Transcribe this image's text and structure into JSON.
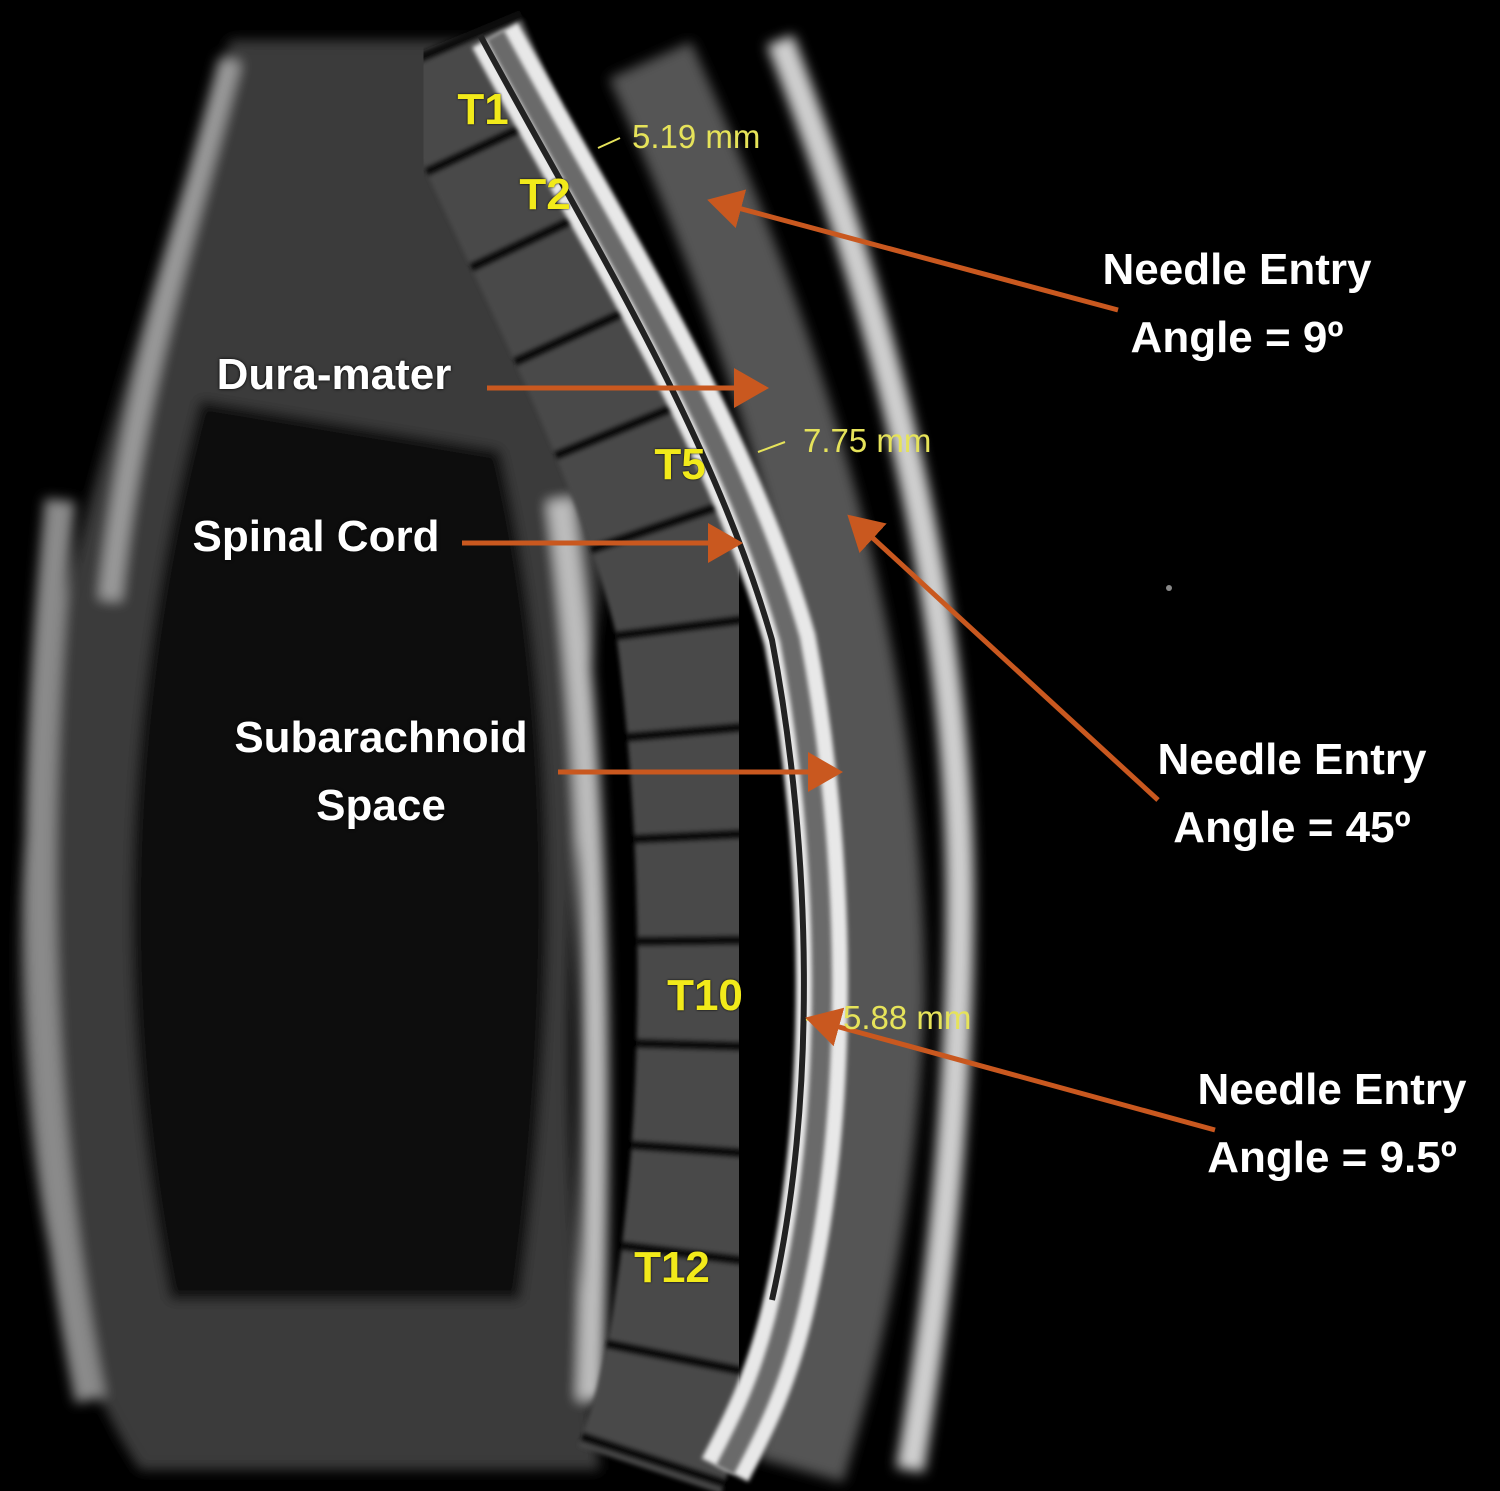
{
  "figure": {
    "vertebra_labels": [
      "T1",
      "T2",
      "T5",
      "T10",
      "T12"
    ],
    "measurements": [
      "5.19 mm",
      "7.75 mm",
      "5.88 mm"
    ],
    "anatomy_labels": {
      "dura": "Dura-mater",
      "cord": "Spinal Cord",
      "subarachnoid_line1": "Subarachnoid",
      "subarachnoid_line2": "Space"
    },
    "needle_entries": [
      {
        "title": "Needle Entry",
        "angle": "Angle = 9º"
      },
      {
        "title": "Needle Entry",
        "angle": "Angle = 45º"
      },
      {
        "title": "Needle Entry",
        "angle": "Angle = 9.5º"
      }
    ],
    "colors": {
      "arrow": "#c9581f",
      "level_label": "#f2ea1a",
      "measurement": "#e6e35a",
      "label": "#ffffff"
    }
  }
}
